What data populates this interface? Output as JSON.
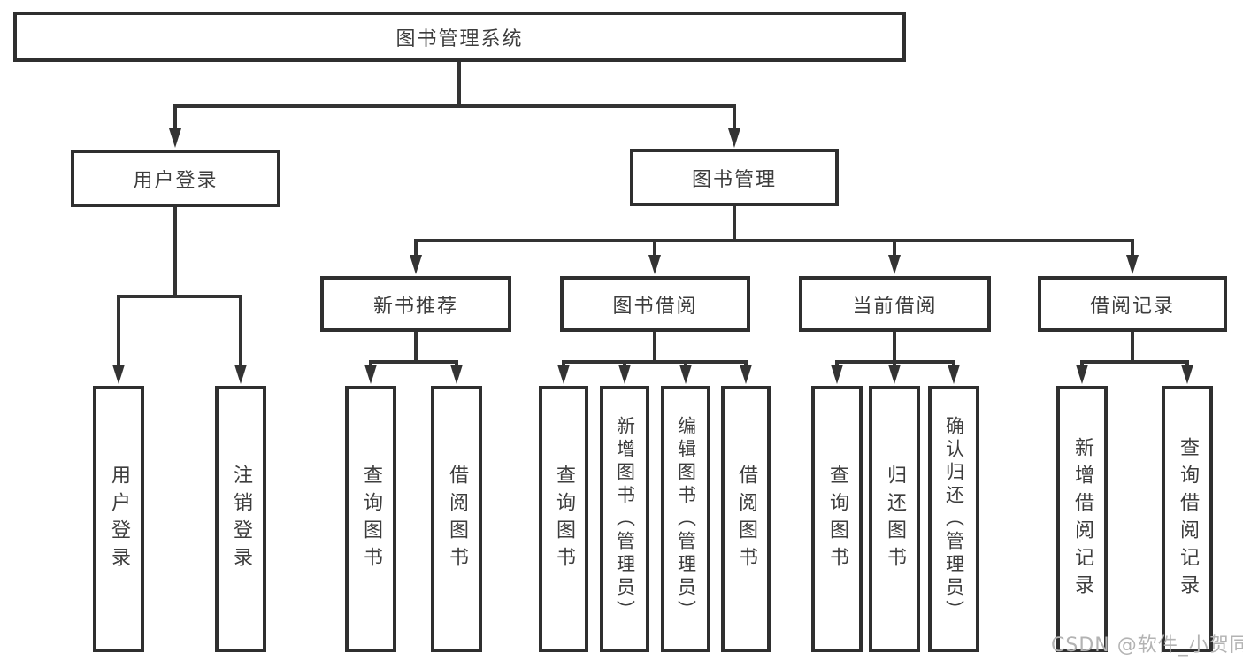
{
  "diagram": {
    "root": {
      "label": "图书管理系统"
    },
    "level2": [
      {
        "label": "用户登录"
      },
      {
        "label": "图书管理"
      }
    ],
    "level3": [
      {
        "label": "新书推荐",
        "parent": "图书管理"
      },
      {
        "label": "图书借阅",
        "parent": "图书管理"
      },
      {
        "label": "当前借阅",
        "parent": "图书管理"
      },
      {
        "label": "借阅记录",
        "parent": "图书管理"
      }
    ],
    "leaves": [
      {
        "label": "用户登录",
        "parent": "用户登录"
      },
      {
        "label": "注销登录",
        "parent": "用户登录"
      },
      {
        "label": "查询图书",
        "parent": "新书推荐"
      },
      {
        "label": "借阅图书",
        "parent": "新书推荐"
      },
      {
        "label": "查询图书",
        "parent": "图书借阅"
      },
      {
        "label": "新增图书（管理员）",
        "parent": "图书借阅"
      },
      {
        "label": "编辑图书（管理员）",
        "parent": "图书借阅"
      },
      {
        "label": "借阅图书",
        "parent": "图书借阅"
      },
      {
        "label": "查询图书",
        "parent": "当前借阅"
      },
      {
        "label": "归还图书",
        "parent": "当前借阅"
      },
      {
        "label": "确认归还（管理员）",
        "parent": "当前借阅"
      },
      {
        "label": "新增借阅记录",
        "parent": "借阅记录"
      },
      {
        "label": "查询借阅记录",
        "parent": "借阅记录"
      }
    ]
  },
  "watermark": {
    "text": "CSDN @软件_小贺同学"
  },
  "colors": {
    "line": "#333333",
    "box_border": "#2f2f2f",
    "text": "#3d3d3d",
    "watermark": "#b3b3b3",
    "background": "#ffffff"
  }
}
